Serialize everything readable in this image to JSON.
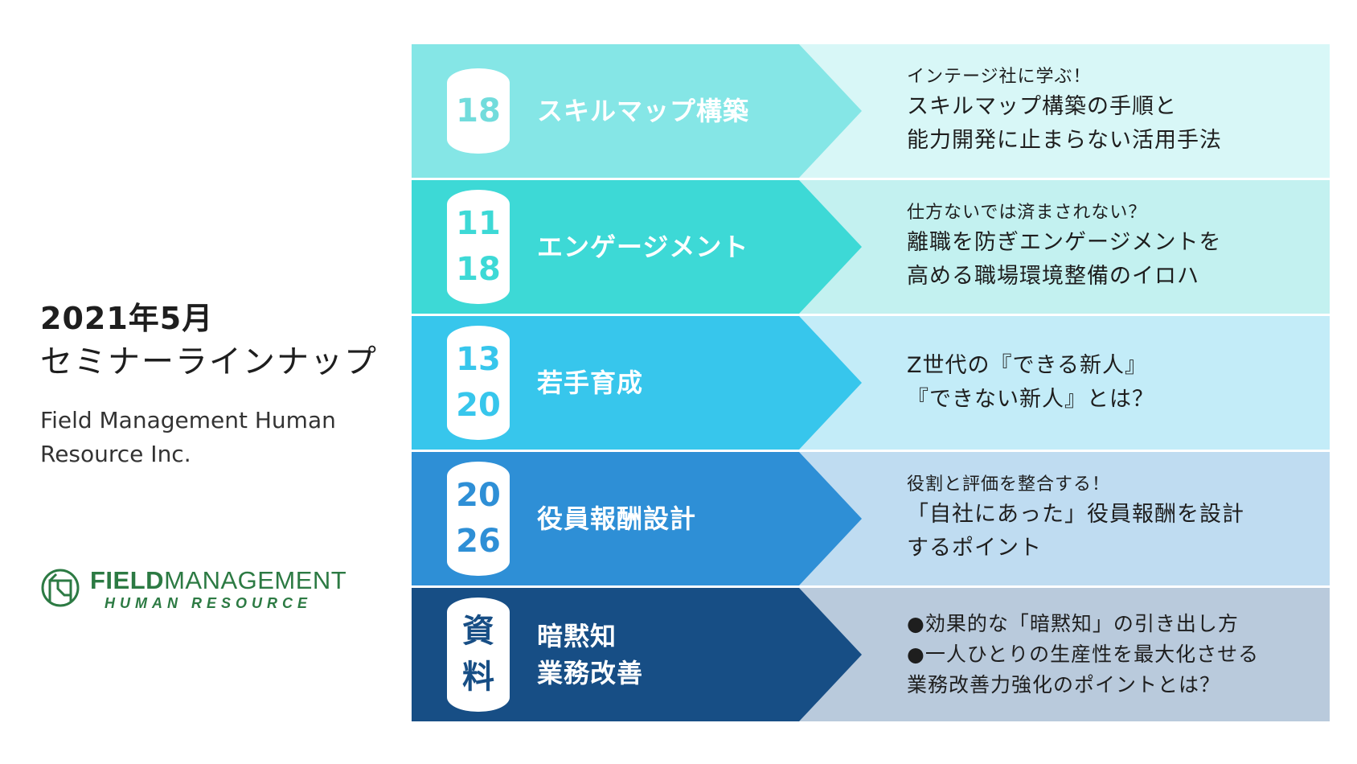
{
  "heading": {
    "year": "2021年5月",
    "lineup": "セミナーラインナップ",
    "company_line1": "Field Management Human",
    "company_line2": "Resource Inc."
  },
  "logo": {
    "bold": "FIELD",
    "light": "MANAGEMENT",
    "sub": "HUMAN RESOURCE",
    "color": "#2c7a43"
  },
  "seminars": [
    {
      "dates": [
        "18"
      ],
      "title": [
        "スキルマップ構築"
      ],
      "intro": "インテージ社に学ぶ！",
      "lines": [
        "スキルマップ構築の手順と",
        "能力開発に止まらない活用手法"
      ],
      "arrow_color": "#85e6e6",
      "panel_color": "#d8f7f7",
      "badge_text_color": "#72dcdc"
    },
    {
      "dates": [
        "11",
        "18"
      ],
      "title": [
        "エンゲージメント"
      ],
      "intro": "仕方ないでは済まされない？",
      "lines": [
        "離職を防ぎエンゲージメントを",
        "高める職場環境整備のイロハ"
      ],
      "arrow_color": "#3dd9d6",
      "panel_color": "#c3f1f0",
      "badge_text_color": "#3dd9d6"
    },
    {
      "dates": [
        "13",
        "20"
      ],
      "title": [
        "若手育成"
      ],
      "intro": "",
      "lines": [
        "Z世代の『できる新人』",
        "『できない新人』とは？"
      ],
      "arrow_color": "#37c6ec",
      "panel_color": "#c3ecf8",
      "badge_text_color": "#37c6ec"
    },
    {
      "dates": [
        "20",
        "26"
      ],
      "title": [
        "役員報酬設計"
      ],
      "intro": "役割と評価を整合する！",
      "lines": [
        "「自社にあった」役員報酬を設計",
        "するポイント"
      ],
      "arrow_color": "#2e8fd6",
      "panel_color": "#bfdcf1",
      "badge_text_color": "#2e8fd6"
    },
    {
      "dates": [
        "資",
        "料"
      ],
      "title": [
        "暗黙知",
        "業務改善"
      ],
      "intro": "",
      "lines": [
        "●効果的な「暗黙知」の引き出し方",
        "●一人ひとりの生産性を最大化させる",
        "業務改善力強化のポイントとは？"
      ],
      "arrow_color": "#174e85",
      "panel_color": "#b9cadc",
      "badge_text_color": "#174e85"
    }
  ]
}
